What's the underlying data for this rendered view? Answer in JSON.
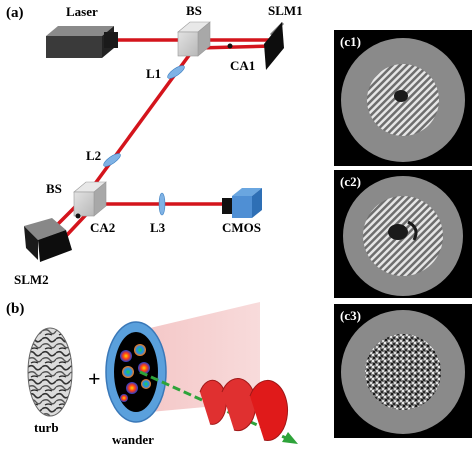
{
  "panel_a": {
    "label": "(a)",
    "components": {
      "laser": "Laser",
      "bs_top": "BS",
      "slm1": "SLM1",
      "l1": "L1",
      "ca1": "CA1",
      "l2": "L2",
      "bs_bottom": "BS",
      "slm2": "SLM2",
      "ca2": "CA2",
      "l3": "L3",
      "cmos": "CMOS"
    }
  },
  "panel_b": {
    "label": "(b)",
    "turb": "turb",
    "plus": "+",
    "wander": "wander"
  },
  "panel_c": {
    "c1": "(c1)",
    "c2": "(c2)",
    "c3": "(c3)"
  },
  "colors": {
    "beam": "#d4141c",
    "panel_bg": "#000000",
    "disc": "#8a8a8a",
    "lens": "#7fb2e5",
    "ring": "#5aa0dc"
  }
}
